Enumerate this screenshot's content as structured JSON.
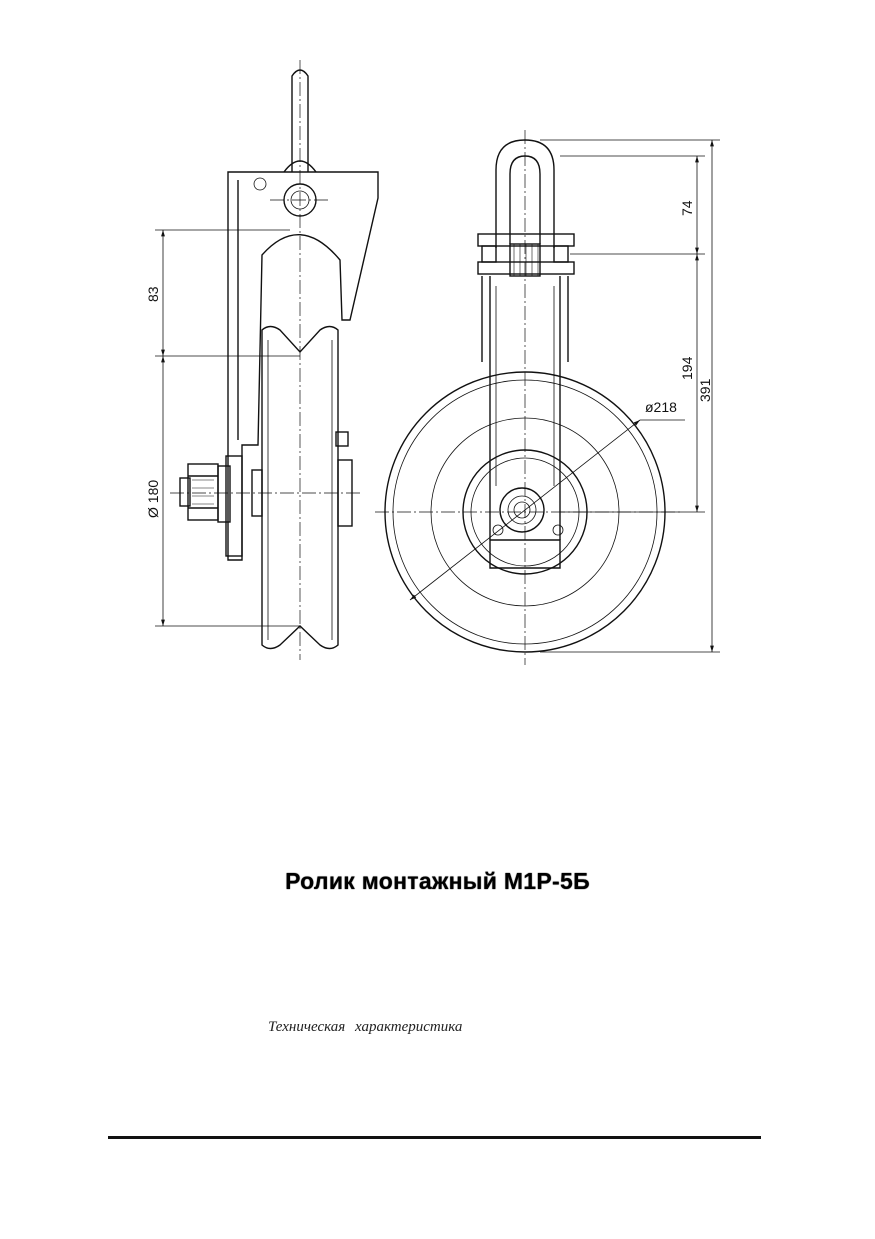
{
  "drawing": {
    "dimensions": {
      "d83": "83",
      "d180": "Ø 180",
      "d74": "74",
      "d194": "194",
      "d391": "391",
      "d218": "ø218"
    }
  },
  "title": "Ролик монтажный М1Р-5Б",
  "subtitle": "Техническая   характеристика"
}
